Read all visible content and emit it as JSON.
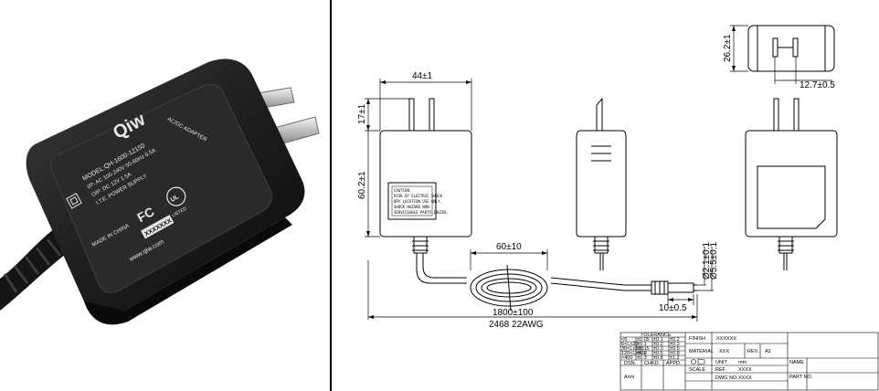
{
  "photo": {
    "brand": "Qiw",
    "model": "MODEL:QH-1600-12150",
    "input": "I/P: AC 100-240V 50-60Hz 0.5A",
    "output": "O/P: DC 12V 1.5A",
    "type": "I.T.E. POWER SUPPLY",
    "side_text": "AC/DC ADAPTER",
    "origin": "MADE IN CHINA",
    "website": "www.qiw.com",
    "serial": "XXXXXXX",
    "cert_fc": "FC",
    "cert_listed": "LISTED",
    "cert_ul": "UL"
  },
  "drawing": {
    "dim_width": "44±1",
    "dim_prong": "17±1",
    "dim_height": "60.2±1",
    "dim_depth": "26.2±1",
    "dim_pin_spacing": "12.7±0.5",
    "dim_coil": "60±10",
    "dim_plug_len": "10±0.5",
    "dim_inner": "Ø2.1±0.1",
    "dim_outer": "Ø5.5±0.1",
    "dim_cable": "1800±100",
    "cable_spec": "2468  22AWG",
    "caution": [
      "CAUTION:",
      "RISK OF ELECTRIC SHOCK",
      "DRY LOCATION USE ONLY.",
      "SHOCK HAZARD NON-",
      "SERVICEABLE PARTS INSIDE."
    ]
  },
  "title_block": {
    "tolerance_header": "TOLERANCE",
    "tolerance_rows": [
      [
        "<6",
        "±0.05",
        "±0.1",
        "±0.2"
      ],
      [
        "6<L≤30",
        "±0.1",
        "±0.2",
        "±0.3"
      ],
      [
        "30<L≤120",
        "±0.15",
        "±0.3",
        "±0.5"
      ],
      [
        "120<L≤400",
        "±0.2",
        "±0.5",
        "±0.8"
      ],
      [
        ">400",
        "±0.3",
        "±0.8",
        "±1.2"
      ]
    ],
    "dsn": "DSN.",
    "chkd": "CHKD.",
    "appd": "APPD.",
    "author": "Anni",
    "finish_label": "FINISH",
    "finish_value": "XXXXXX",
    "material_label": "MATERIAL",
    "material_value": "XXX",
    "rev_label": "REV.",
    "rev_value": "A2",
    "unit_label": "UNIT",
    "unit_value": "mm",
    "scale_label": "SCALE",
    "ref_label": "REF.",
    "ref_value": "XXXX",
    "dwg_label": "DWG NO.",
    "dwg_value": "XXXX",
    "name_label": "NAME",
    "part_label": "PART NO."
  }
}
